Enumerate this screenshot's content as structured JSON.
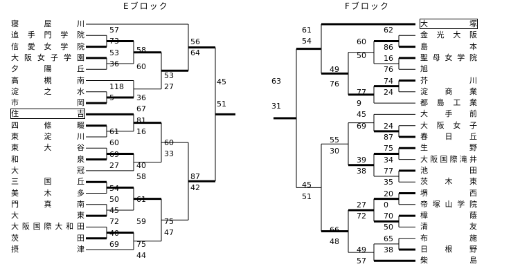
{
  "block_e": {
    "title": "Eブロック",
    "teams": [
      "寝屋川",
      "追手門学院",
      "信愛女学院",
      "大阪女子学園",
      "夕陽丘",
      "高槻南",
      "淀之水",
      "市岡",
      "住吉",
      "四條畷",
      "東淀川",
      "東大谷",
      "和泉",
      "大冠",
      "三国丘",
      "美木多",
      "門真南",
      "大東",
      "大阪国際大和田",
      "茨田",
      "摂津"
    ],
    "scores": [
      "57",
      "73",
      "53",
      "36",
      "58",
      "60",
      "118",
      "5",
      "36",
      "67",
      "56",
      "64",
      "53",
      "27",
      "45",
      "51",
      "81",
      "61",
      "16",
      "60",
      "69",
      "27",
      "40",
      "58",
      "60",
      "33",
      "54",
      "50",
      "61",
      "45",
      "72",
      "59",
      "40",
      "69",
      "75",
      "44",
      "75",
      "47",
      "87",
      "42"
    ]
  },
  "block_f": {
    "title": "Fブロック",
    "teams": [
      "大塚",
      "金光大阪",
      "島本",
      "聖母女学院",
      "旭",
      "芥川",
      "淀商業",
      "都島工業",
      "大手前",
      "大阪女子",
      "春日丘",
      "生野",
      "大阪国際滝井",
      "池田",
      "茨木東",
      "堺西",
      "帝塚山学院",
      "樟蔭",
      "清友",
      "布施",
      "日根野",
      "柴島"
    ],
    "scores": [
      "61",
      "54",
      "62",
      "60",
      "86",
      "50",
      "16",
      "76",
      "49",
      "74",
      "76",
      "77",
      "24",
      "9",
      "63",
      "31",
      "45",
      "69",
      "24",
      "87",
      "55",
      "75",
      "30",
      "39",
      "34",
      "38",
      "77",
      "35",
      "45",
      "51",
      "20",
      "27",
      "0",
      "72",
      "70",
      "50",
      "66",
      "48",
      "65",
      "49",
      "38",
      "57"
    ]
  }
}
